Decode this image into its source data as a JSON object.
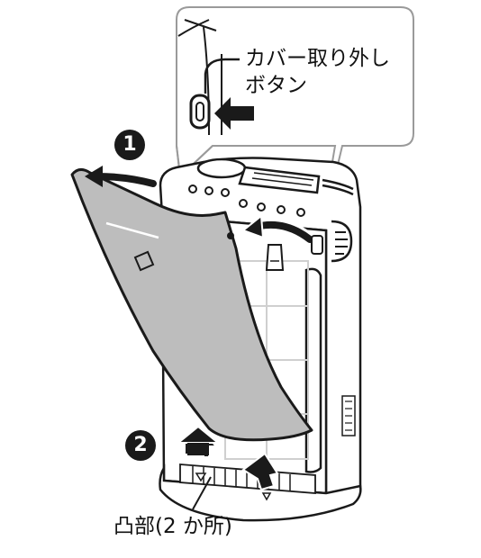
{
  "callout": {
    "line1": "カバー取り外し",
    "line2": "ボタン"
  },
  "steps": [
    {
      "number": "1"
    },
    {
      "number": "2"
    }
  ],
  "bottom_label": "凸部(2 か所)",
  "colors": {
    "cover_fill": "#bdbdbd",
    "outline": "#1a1a1a",
    "inset_border": "#9a9a9a",
    "filter_grid": "#cfcfcf"
  }
}
